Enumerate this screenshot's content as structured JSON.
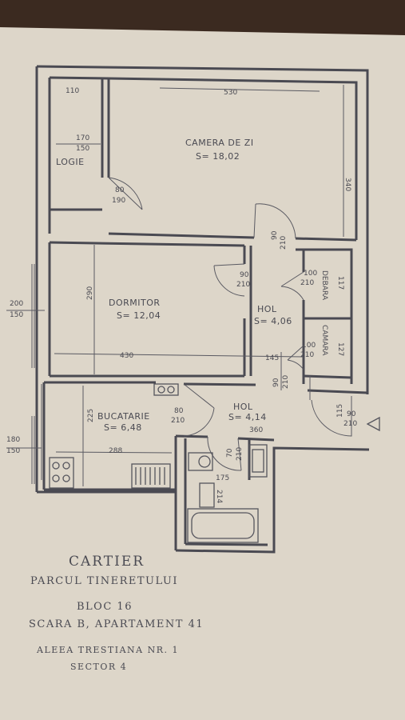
{
  "rooms": {
    "logie": {
      "name": "LOGIE",
      "dim_top": "110",
      "dim_a": "170",
      "dim_b": "150"
    },
    "camera": {
      "name": "CAMERA DE ZI",
      "area": "S= 18,02",
      "dim_w": "530",
      "dim_h": "340"
    },
    "dormitor": {
      "name": "DORMITOR",
      "area": "S= 12,04",
      "dim_w": "430",
      "dim_h": "290"
    },
    "hol1": {
      "name": "HOL",
      "area": "S= 4,06"
    },
    "hol2": {
      "name": "HOL",
      "area": "S= 4,14",
      "dim_w": "360"
    },
    "bucatarie": {
      "name": "BUCATARIE",
      "area": "S= 6,48",
      "dim_w": "288",
      "dim_h": "225"
    },
    "debara": {
      "name": "DEBARA",
      "dim": "117"
    },
    "camara": {
      "name": "CAMARA",
      "dim": "127"
    },
    "baie": {
      "dim_w": "175",
      "dim_h": "214"
    }
  },
  "doors": {
    "logie": {
      "w": "80",
      "h": "190"
    },
    "dormitor": {
      "w": "90",
      "h": "210"
    },
    "camera": {
      "w": "90",
      "h": "210"
    },
    "debara": {
      "w": "100",
      "h": "210"
    },
    "camara": {
      "w": "100",
      "h": "210"
    },
    "hol": {
      "w": "90",
      "h": "210"
    },
    "bucatarie": {
      "w": "80",
      "h": "210"
    },
    "baie": {
      "w": "70",
      "h": "210"
    },
    "intrare": {
      "w": "90",
      "h": "210"
    }
  },
  "windows": {
    "dormitor": {
      "w": "200",
      "h": "150"
    },
    "bucatarie": {
      "w": "180",
      "h": "150"
    }
  },
  "misc": {
    "dim_145": "145",
    "dim_115": "115"
  },
  "caption": {
    "line1": "CARTIER",
    "line2": "PARCUL TINERETULUI",
    "line3": "BLOC 16",
    "line4": "SCARA B, APARTAMENT 41",
    "line5": "ALEEA TRESTIANA NR. 1",
    "line6": "SECTOR 4"
  }
}
